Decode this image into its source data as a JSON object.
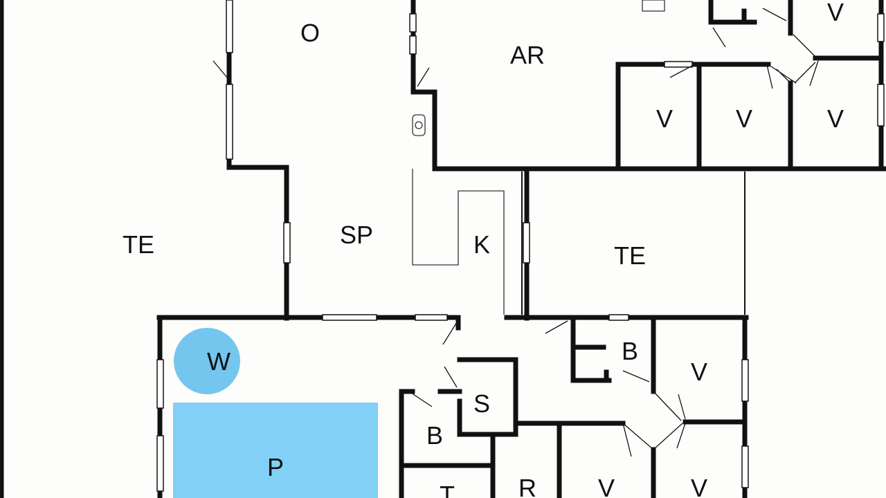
{
  "rooms": [
    {
      "id": "o",
      "label": "O"
    },
    {
      "id": "ar",
      "label": "AR"
    },
    {
      "id": "v-top-right",
      "label": "V"
    },
    {
      "id": "v-upper-1",
      "label": "V"
    },
    {
      "id": "v-upper-2",
      "label": "V"
    },
    {
      "id": "v-upper-3",
      "label": "V"
    },
    {
      "id": "te-left",
      "label": "TE"
    },
    {
      "id": "sp",
      "label": "SP"
    },
    {
      "id": "k",
      "label": "K"
    },
    {
      "id": "te-right",
      "label": "TE"
    },
    {
      "id": "w",
      "label": "W"
    },
    {
      "id": "b-right",
      "label": "B"
    },
    {
      "id": "v-mid-right",
      "label": "V"
    },
    {
      "id": "s",
      "label": "S"
    },
    {
      "id": "b-left",
      "label": "B"
    },
    {
      "id": "p",
      "label": "P"
    },
    {
      "id": "t",
      "label": "T"
    },
    {
      "id": "r",
      "label": "R"
    },
    {
      "id": "v-bottom-1",
      "label": "V"
    },
    {
      "id": "v-bottom-2",
      "label": "V"
    }
  ],
  "colors": {
    "wall": "#111111",
    "background": "#fdfdfb",
    "pool": "#82d0f5",
    "whirlpool": "#74c6ee"
  }
}
